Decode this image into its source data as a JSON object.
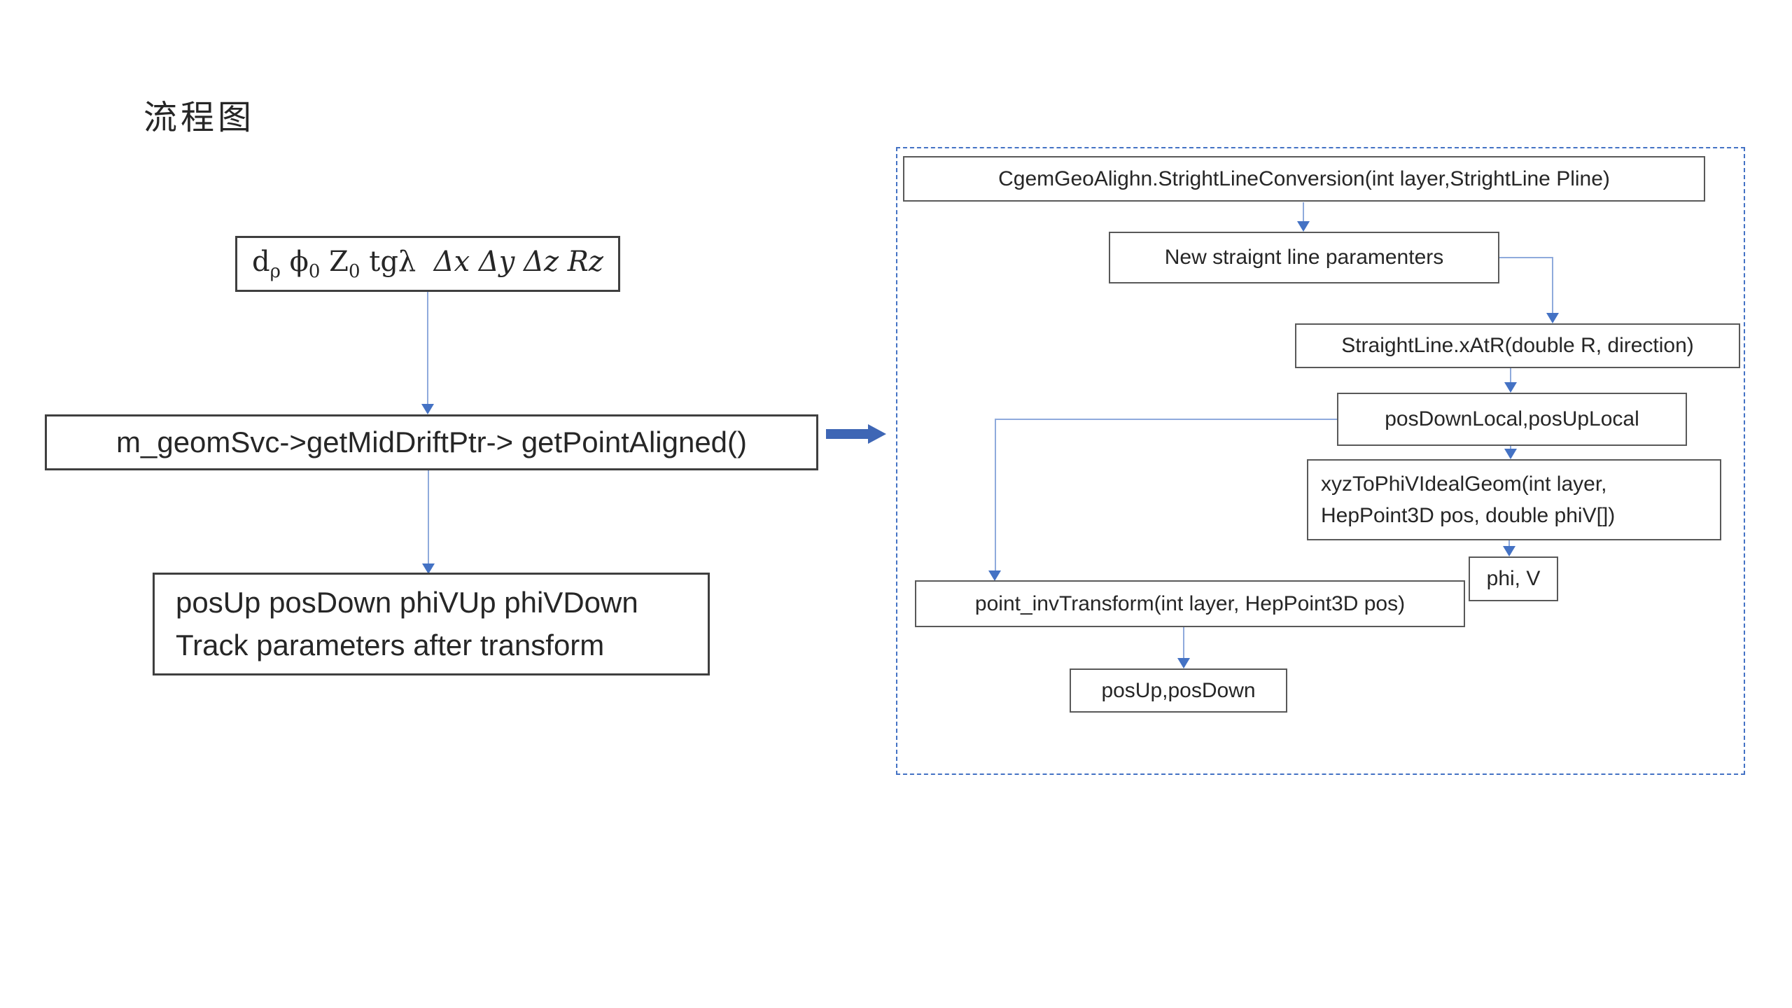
{
  "title": "流程图",
  "colors": {
    "accent_blue": "#4472C4",
    "connector_blue": "#8FAADC",
    "thick_arrow_blue": "#3E66B5",
    "box_border_dark": "#3f3f3f",
    "box_border_gray": "#595959",
    "text": "#262626",
    "background": "#ffffff"
  },
  "left_flow": {
    "track_params_rich": [
      {
        "t": "d"
      },
      {
        "t": "ρ",
        "sub": true
      },
      {
        "t": " "
      },
      {
        "t": "ϕ"
      },
      {
        "t": "0",
        "sub": true
      },
      {
        "t": " Z"
      },
      {
        "t": "0",
        "sub": true
      },
      {
        "t": " tgλ  "
      },
      {
        "t": "Δx Δy Δz Rz",
        "i": true
      }
    ],
    "geom_call": "m_geomSvc->getMidDriftPtr-> getPointAligned()",
    "result_line1": "posUp posDown phiVUp phiVDown",
    "result_line2": "Track parameters after transform"
  },
  "right_flow": {
    "conversion_call": "CgemGeoAlighn.StrightLineConversion(int layer,StrightLine Pline)",
    "new_params": "New straignt line paramenters",
    "xatr_call": "StraightLine.xAtR(double R, direction)",
    "pos_local": "posDownLocal,posUpLocal",
    "xyz_call_line1": "xyzToPhiVIdealGeom(int layer,",
    "xyz_call_line2": "HepPoint3D pos, double phiV[])",
    "phi_v": "phi, V",
    "inv_transform_call": "point_invTransform(int layer, HepPoint3D pos)",
    "pos_updown": "posUp,posDown"
  }
}
